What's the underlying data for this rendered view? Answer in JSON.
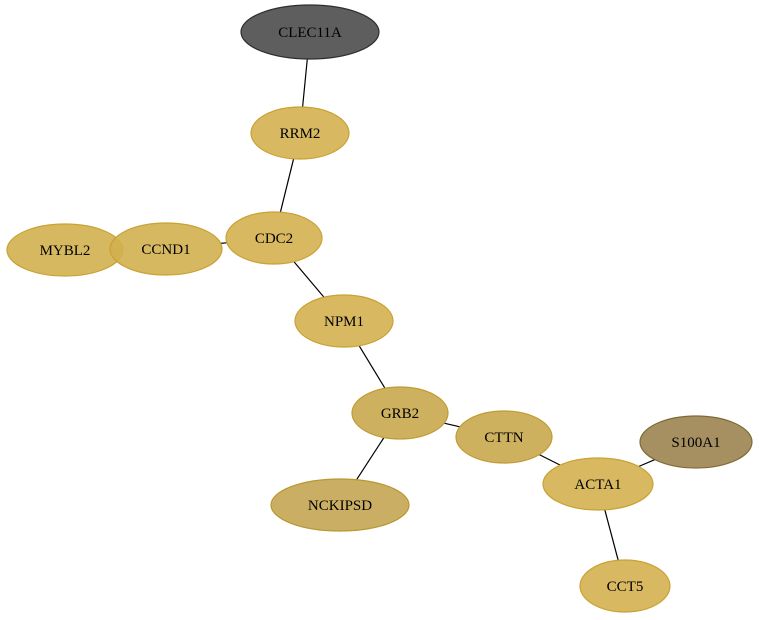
{
  "nodes": [
    {
      "id": "CLEC11A",
      "label": "CLEC11A",
      "fill": "#4d4d4d",
      "stroke": "#2e2e2e"
    },
    {
      "id": "RRM2",
      "label": "RRM2",
      "fill": "#d4b050",
      "stroke": "#c9a232"
    },
    {
      "id": "CDC2",
      "label": "CDC2",
      "fill": "#d4b050",
      "stroke": "#c9a232"
    },
    {
      "id": "MYBL2",
      "label": "MYBL2",
      "fill": "#d2b050",
      "stroke": "#c9a232"
    },
    {
      "id": "CCND1",
      "label": "CCND1",
      "fill": "#d2b050",
      "stroke": "#c9a232"
    },
    {
      "id": "NPM1",
      "label": "NPM1",
      "fill": "#d4b050",
      "stroke": "#c9a232"
    },
    {
      "id": "GRB2",
      "label": "GRB2",
      "fill": "#c9a94e",
      "stroke": "#c09a32"
    },
    {
      "id": "CTTN",
      "label": "CTTN",
      "fill": "#c9a94e",
      "stroke": "#c09a32"
    },
    {
      "id": "S100A1",
      "label": "S100A1",
      "fill": "#9c8450",
      "stroke": "#7f6a36"
    },
    {
      "id": "ACTA1",
      "label": "ACTA1",
      "fill": "#d4b050",
      "stroke": "#c9a232"
    },
    {
      "id": "NCKIPSD",
      "label": "NCKIPSD",
      "fill": "#c4a552",
      "stroke": "#b8982f"
    },
    {
      "id": "CCT5",
      "label": "CCT5",
      "fill": "#d4b050",
      "stroke": "#c9a232"
    }
  ],
  "edges": [
    {
      "source": "CLEC11A",
      "target": "RRM2"
    },
    {
      "source": "RRM2",
      "target": "CDC2"
    },
    {
      "source": "CDC2",
      "target": "CCND1"
    },
    {
      "source": "CCND1",
      "target": "MYBL2"
    },
    {
      "source": "CDC2",
      "target": "NPM1"
    },
    {
      "source": "NPM1",
      "target": "GRB2"
    },
    {
      "source": "GRB2",
      "target": "CTTN"
    },
    {
      "source": "GRB2",
      "target": "NCKIPSD"
    },
    {
      "source": "CTTN",
      "target": "ACTA1"
    },
    {
      "source": "ACTA1",
      "target": "S100A1"
    },
    {
      "source": "ACTA1",
      "target": "CCT5"
    }
  ]
}
